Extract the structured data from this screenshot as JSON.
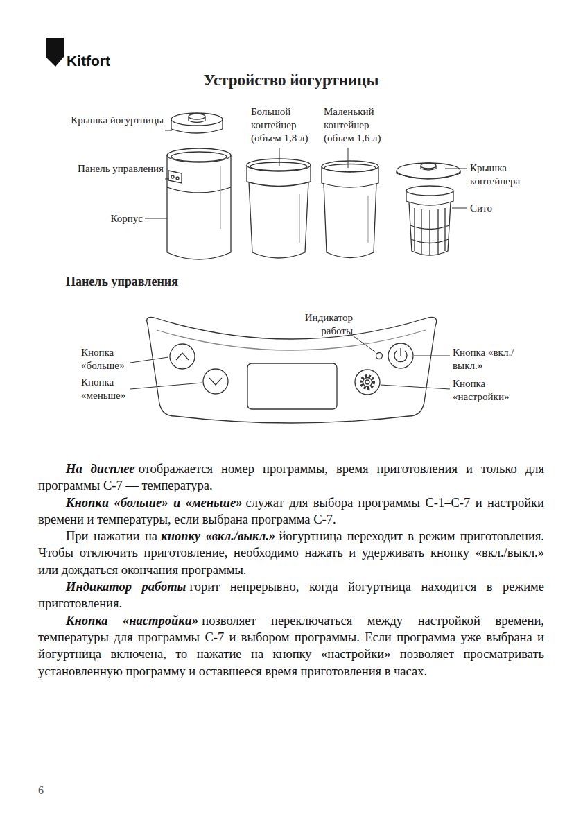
{
  "diagram": {
    "title": "Устройство йогуртницы",
    "labels": [
      "Kitfort",
      "Крышка йогуртницы",
      "Панель управления",
      "Корпус",
      "Большой контейнер (объем 1,8 л)",
      "Маленький контейнер (объем 1,6 л)",
      "Крышка контейнера",
      "Сито",
      "Панель управления",
      "Индикатор работы",
      "Кнопка «больше»",
      "Кнопка «меньше»",
      "Кнопка «вкл./выкл.»",
      "Кнопка «настройки»",
      "На дисплее",
      "отображается номер программы, время приготовления и только для программы С-7 — температура.",
      "Кнопки «больше» и «меньше»",
      "служат для выбора программы С-1–С-7 и настройки времени и температуры, если выбрана программа С-7.",
      "При нажатии на",
      "кнопку «вкл./выкл.»",
      "йогуртница переходит в режим приготовления. Чтобы отключить приготовление, необходимо нажать и удерживать кнопку «вкл./выкл.» или дождаться окончания программы.",
      "Индикатор работы",
      "горит непрерывно, когда йогуртница находится в режиме приготовления.",
      "Кнопка «настройки»",
      "позволяет переключаться между настройкой времени, температуры для программы С-7 и выбором программы. Если программа уже выбрана и йогуртница включена, то нажатие на кнопку «настройки» позволяет просматривать установленную программу и оставшееся время приготовления в часах.",
      "6"
    ]
  }
}
